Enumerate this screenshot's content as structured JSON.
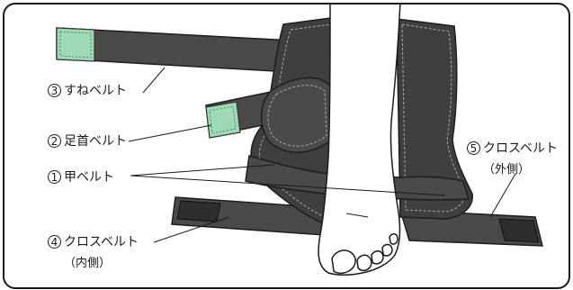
{
  "labels": [
    {
      "id": "shin-belt",
      "num": "3",
      "text": "すねベルト"
    },
    {
      "id": "ankle-belt",
      "num": "2",
      "text": "足首ベルト"
    },
    {
      "id": "instep-belt",
      "num": "1",
      "text": "甲ベルト"
    },
    {
      "id": "cross-belt-inner",
      "num": "4",
      "text": "クロスベルト",
      "sub": "（内側）"
    },
    {
      "id": "cross-belt-outer",
      "num": "5",
      "text": "クロスベルト",
      "sub": "（外側）"
    }
  ],
  "colors": {
    "belt": "#4a4a4a",
    "belt_edge": "#1e1e1e",
    "velcro": "#9fd8b4",
    "velcro_edge": "#333333",
    "stitch": "#aaaaaa",
    "frame": "#1a1a1a"
  }
}
